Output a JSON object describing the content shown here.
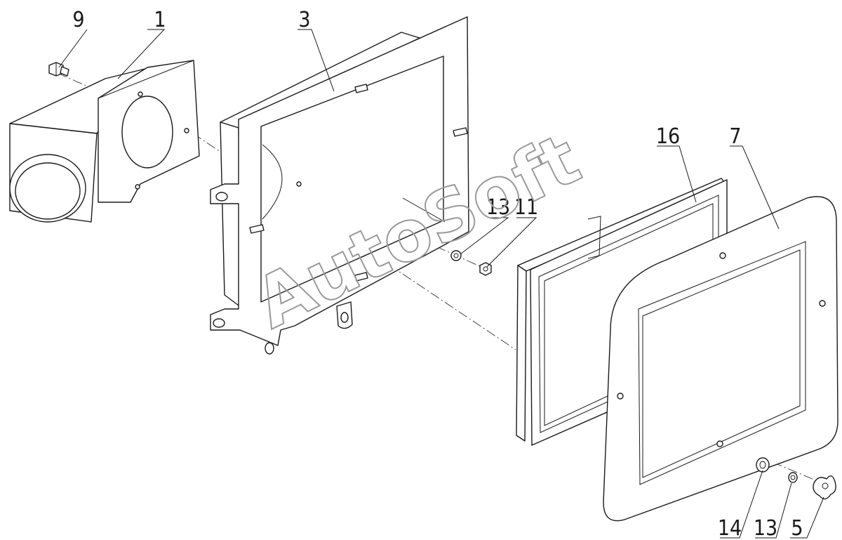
{
  "callouts": {
    "c9": "9",
    "c1": "1",
    "c3": "3",
    "c16": "16",
    "c7": "7",
    "c13a": "13",
    "c11": "11",
    "c14": "14",
    "c13b": "13",
    "c5": "5"
  },
  "watermark": "AutoSoft",
  "colors": {
    "line": "#1a1a1a",
    "watermark": "#9a9a9a",
    "background": "#ffffff"
  }
}
